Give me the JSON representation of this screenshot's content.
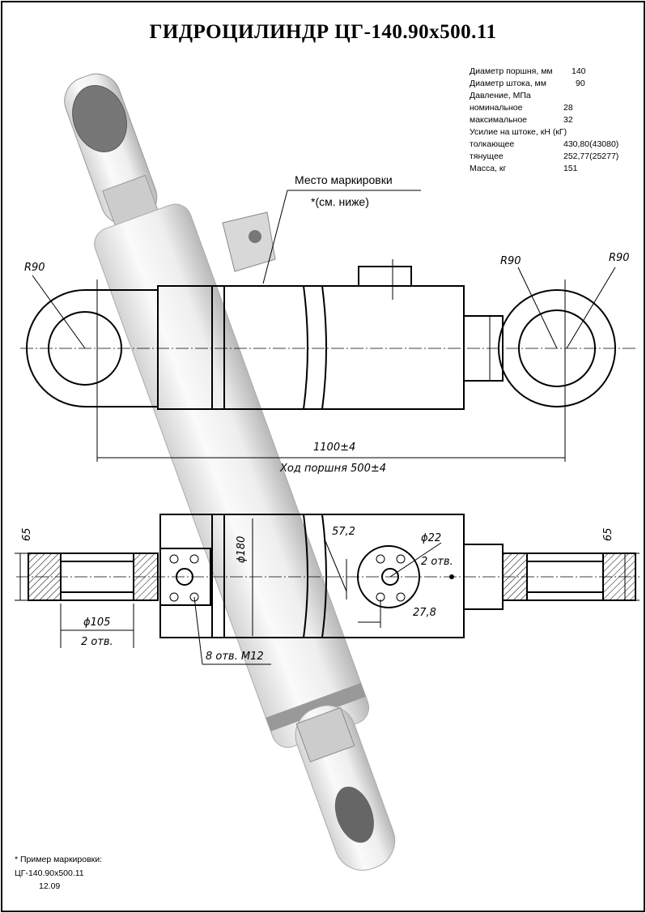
{
  "title": "ГИДРОЦИЛИНДР  ЦГ-140.90х500.11",
  "specs": [
    {
      "label": "Диаметр поршня, мм",
      "value": "140"
    },
    {
      "label": "Диаметр штока, мм",
      "value": "90"
    },
    {
      "label": "Давление, МПа",
      "value": ""
    },
    {
      "label": "номинальное",
      "value": "28"
    },
    {
      "label": "максимальное",
      "value": "32"
    },
    {
      "label": "Усилие на штоке, кН (кГ)",
      "value": ""
    },
    {
      "label": "толкающее",
      "value": "430,80(43080)"
    },
    {
      "label": "тянущее",
      "value": "252,77(25277)"
    },
    {
      "label": "Масса, кг",
      "value": "151"
    }
  ],
  "marking": {
    "label": "Место маркировки",
    "note": "*(см. ниже)"
  },
  "top_view": {
    "r_left": "R90",
    "r_mid": "R90",
    "r_right": "R90",
    "length": "1100±4",
    "stroke": "Ход поршня 500±4"
  },
  "bottom_view": {
    "w_left": "65",
    "w_right": "65",
    "hole_dia": "ϕ105",
    "hole_count": "2 отв.",
    "body_dia": "ϕ180",
    "threads": "8 отв. M12",
    "offset1": "57,2",
    "port_dia": "ϕ22",
    "port_count": "2 отв.",
    "offset2": "27,8"
  },
  "footnote": {
    "line1": "* Пример маркировки:",
    "line2": "ЦГ-140.90х500.11",
    "line3": "12.09"
  }
}
